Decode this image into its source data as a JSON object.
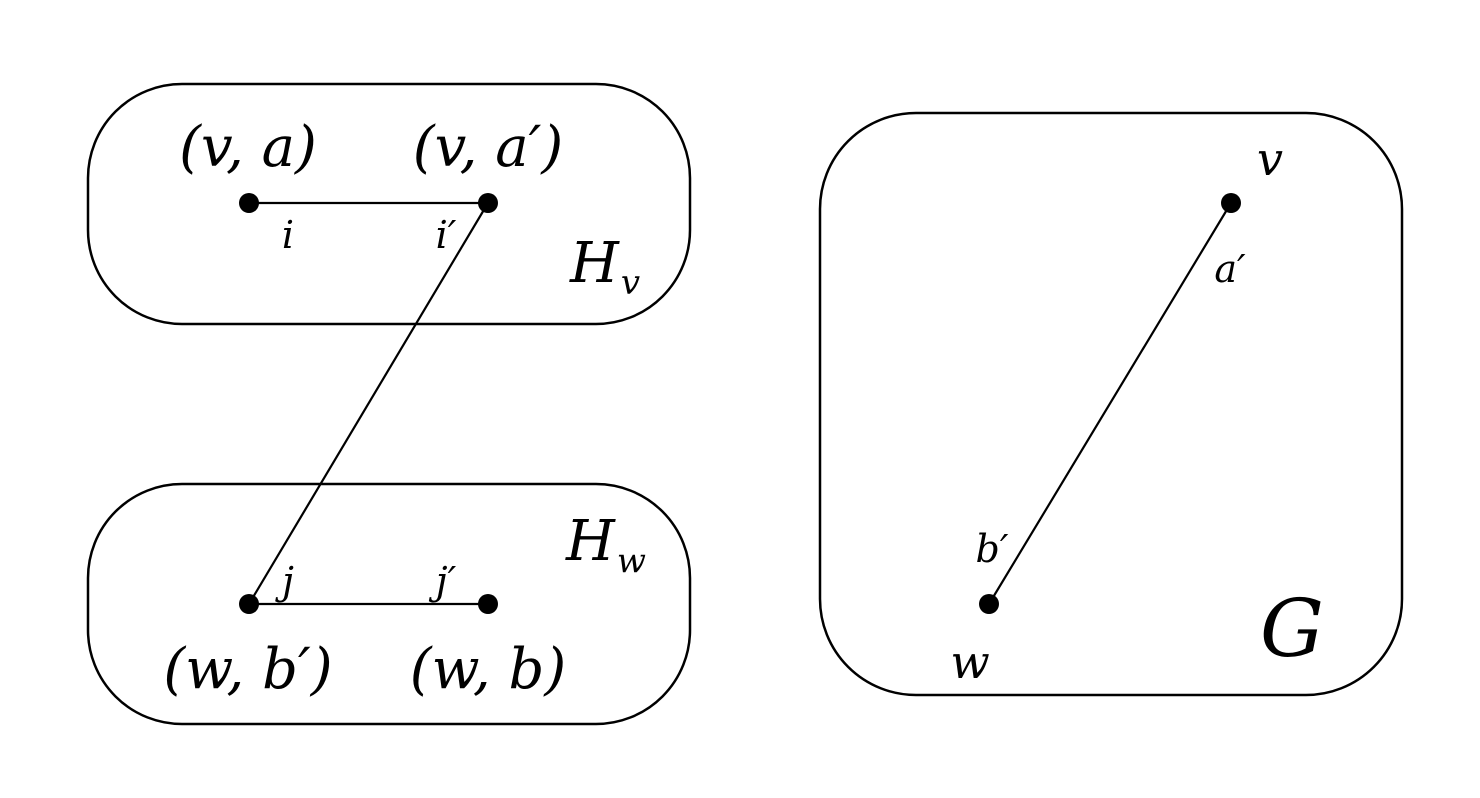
{
  "left_panel": {
    "upper_box": {
      "name_main": "H",
      "name_sub": "v",
      "node_left_label": "(v, a)",
      "node_right_label": "(v, a′)",
      "port_left_label": "i",
      "port_right_label": "i′"
    },
    "lower_box": {
      "name_main": "H",
      "name_sub": "w",
      "node_left_label": "(w, b′)",
      "node_right_label": "(w, b)",
      "port_left_label": "j",
      "port_right_label": "j′"
    }
  },
  "right_panel": {
    "name": "G",
    "node_top_label": "v",
    "node_bottom_label": "w",
    "port_top_label": "a′",
    "port_bottom_label": "b′"
  },
  "colors": {
    "stroke": "#000000",
    "background": "#ffffff"
  }
}
